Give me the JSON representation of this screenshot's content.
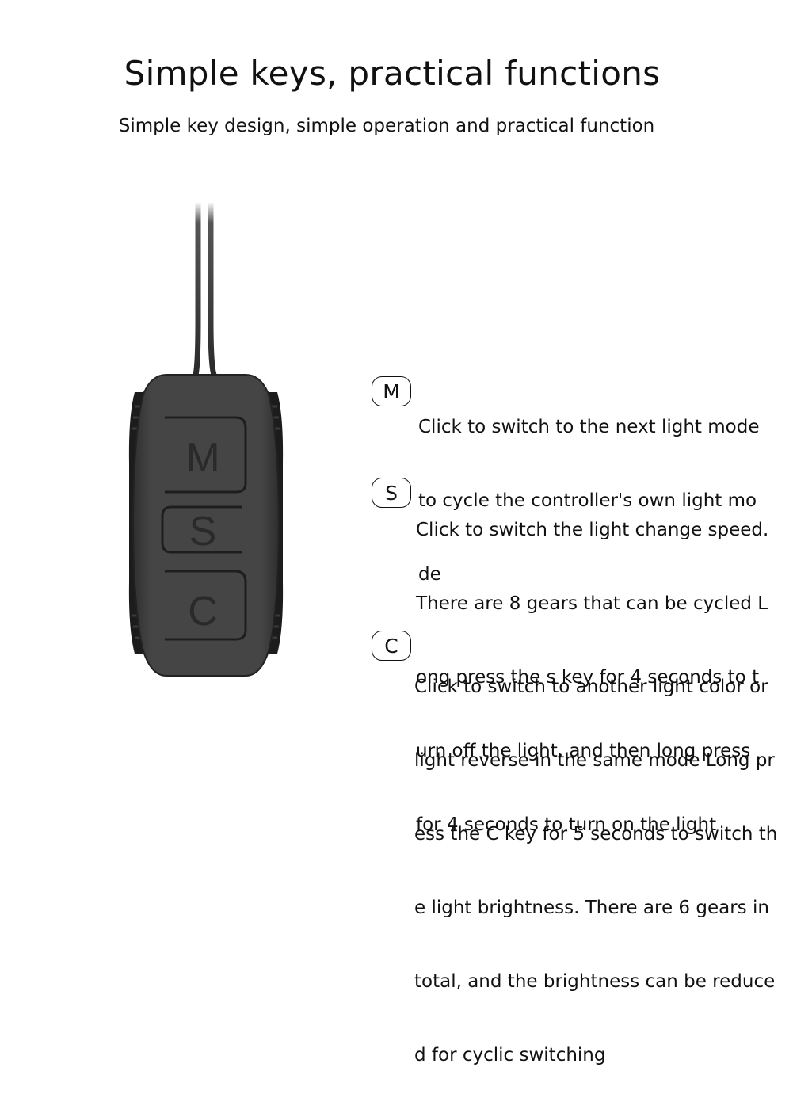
{
  "header": {
    "title": "Simple keys, practical functions",
    "subtitle": "Simple key design, simple operation and practical function"
  },
  "device": {
    "body_color": "#434343",
    "button_labels": [
      "M",
      "S",
      "C"
    ]
  },
  "keys": [
    {
      "key": "M",
      "lines": [
        "Click to switch to the next light mode",
        "to cycle the controller's own light mo",
        "de"
      ]
    },
    {
      "key": "S",
      "lines": [
        "Click to switch the light change speed.",
        "There are 8 gears that can be cycled L",
        "ong press the s key for 4 seconds to t",
        "urn off the light, and then long press",
        "for 4 seconds to turn on the light"
      ]
    },
    {
      "key": "C",
      "lines": [
        "Click to switch to another light color or",
        "light reverse in the same mode Long pr",
        "ess the C key for 5 seconds to switch th",
        "e light brightness. There are 6 gears in",
        "total, and the brightness can be reduce",
        "d for cyclic switching"
      ]
    }
  ]
}
